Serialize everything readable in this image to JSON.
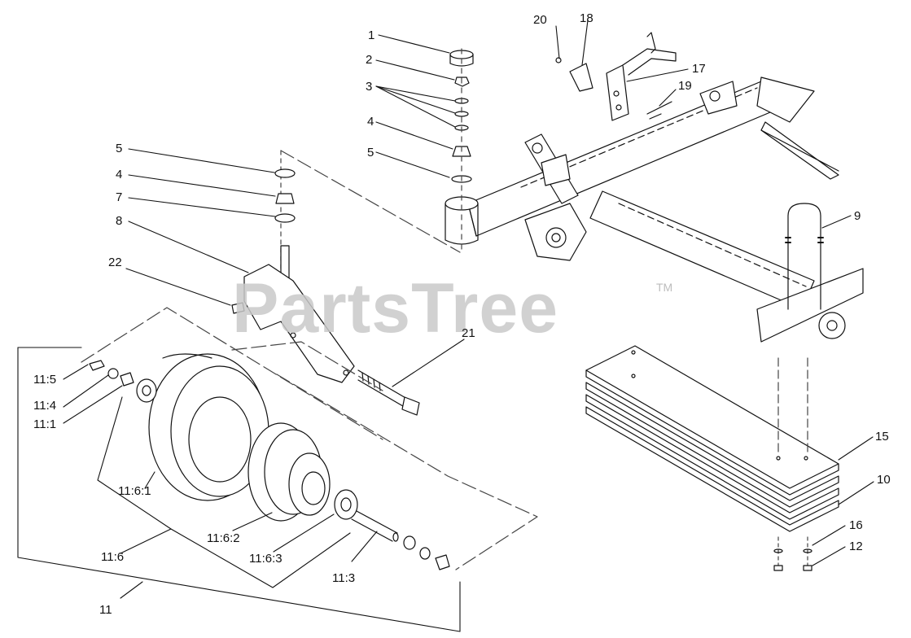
{
  "watermark": {
    "text": "PartsTree",
    "mark": "TM"
  },
  "callouts": [
    {
      "id": "c1",
      "text": "1"
    },
    {
      "id": "c2",
      "text": "2"
    },
    {
      "id": "c3",
      "text": "3"
    },
    {
      "id": "c4a",
      "text": "4"
    },
    {
      "id": "c5a",
      "text": "5"
    },
    {
      "id": "c20",
      "text": "20"
    },
    {
      "id": "c18",
      "text": "18"
    },
    {
      "id": "c17",
      "text": "17"
    },
    {
      "id": "c19",
      "text": "19"
    },
    {
      "id": "c9",
      "text": "9"
    },
    {
      "id": "c5b",
      "text": "5"
    },
    {
      "id": "c4b",
      "text": "4"
    },
    {
      "id": "c7",
      "text": "7"
    },
    {
      "id": "c8",
      "text": "8"
    },
    {
      "id": "c22",
      "text": "22"
    },
    {
      "id": "c21",
      "text": "21"
    },
    {
      "id": "c11_5",
      "text": "11:5"
    },
    {
      "id": "c11_4",
      "text": "11:4"
    },
    {
      "id": "c11_1",
      "text": "11:1"
    },
    {
      "id": "c11_6_1",
      "text": "11:6:1"
    },
    {
      "id": "c11_6_2",
      "text": "11:6:2"
    },
    {
      "id": "c11_6_3",
      "text": "11:6:3"
    },
    {
      "id": "c11_6",
      "text": "11:6"
    },
    {
      "id": "c11_3",
      "text": "11:3"
    },
    {
      "id": "c11",
      "text": "11"
    },
    {
      "id": "c15",
      "text": "15"
    },
    {
      "id": "c10",
      "text": "10"
    },
    {
      "id": "c16",
      "text": "16"
    },
    {
      "id": "c12",
      "text": "12"
    }
  ]
}
